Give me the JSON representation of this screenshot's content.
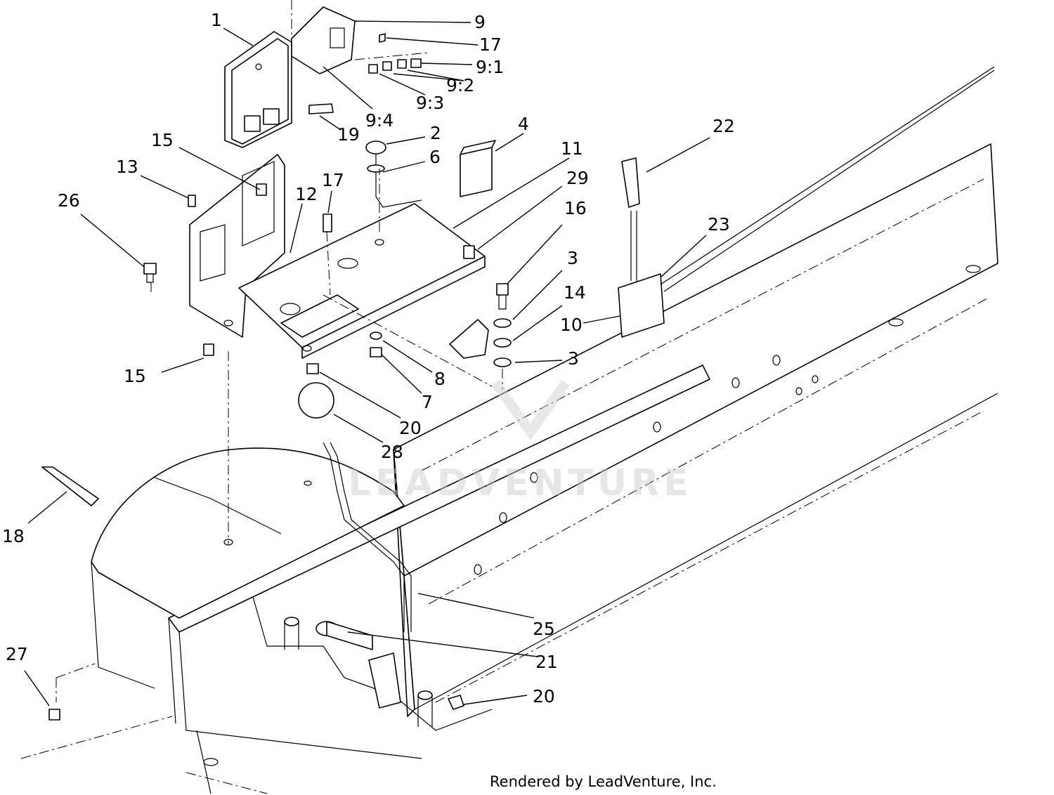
{
  "diagram": {
    "callouts": [
      "1",
      "9",
      "17",
      "9:1",
      "9:2",
      "9:3",
      "9:4",
      "19",
      "2",
      "4",
      "6",
      "11",
      "29",
      "15",
      "13",
      "12",
      "17",
      "26",
      "16",
      "3",
      "14",
      "3",
      "10",
      "22",
      "23",
      "8",
      "7",
      "15",
      "20",
      "28",
      "18",
      "25",
      "21",
      "20",
      "27"
    ],
    "watermark": "LEADVENTURE",
    "credit": "Rendered by LeadVenture, Inc."
  }
}
